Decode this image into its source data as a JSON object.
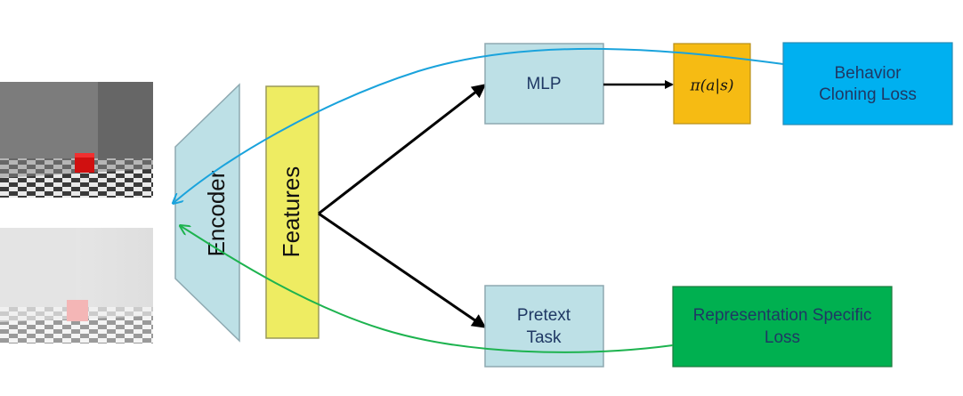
{
  "encoder": {
    "label": "Encoder",
    "fill": "#bde0e6",
    "stroke": "#8ea9b1"
  },
  "features": {
    "label": "Features",
    "fill": "#eeec62",
    "stroke": "#9a9a5a"
  },
  "mlp": {
    "label": "MLP"
  },
  "policy": {
    "label": "π(a|s)",
    "fill": "#f6bb13"
  },
  "pretext": {
    "line1": "Pretext",
    "line2": "Task"
  },
  "bc_loss": {
    "line1": "Behavior",
    "line2": "Cloning Loss",
    "fill": "#00b0f0"
  },
  "rep_loss": {
    "line1": "Representation Specific",
    "line2": "Loss",
    "fill": "#00b050"
  },
  "colors": {
    "box_fill": "#bde0e6",
    "box_stroke": "#8ea9b1",
    "text_dark": "#1f3864",
    "bc_gradient": "#1aa3dc",
    "rep_gradient": "#1db34f",
    "arrow": "#000000"
  },
  "images": [
    {
      "name": "rgb-scene",
      "desc_color": "red cube"
    },
    {
      "name": "faded-scene",
      "desc_color": "pink cube"
    }
  ]
}
